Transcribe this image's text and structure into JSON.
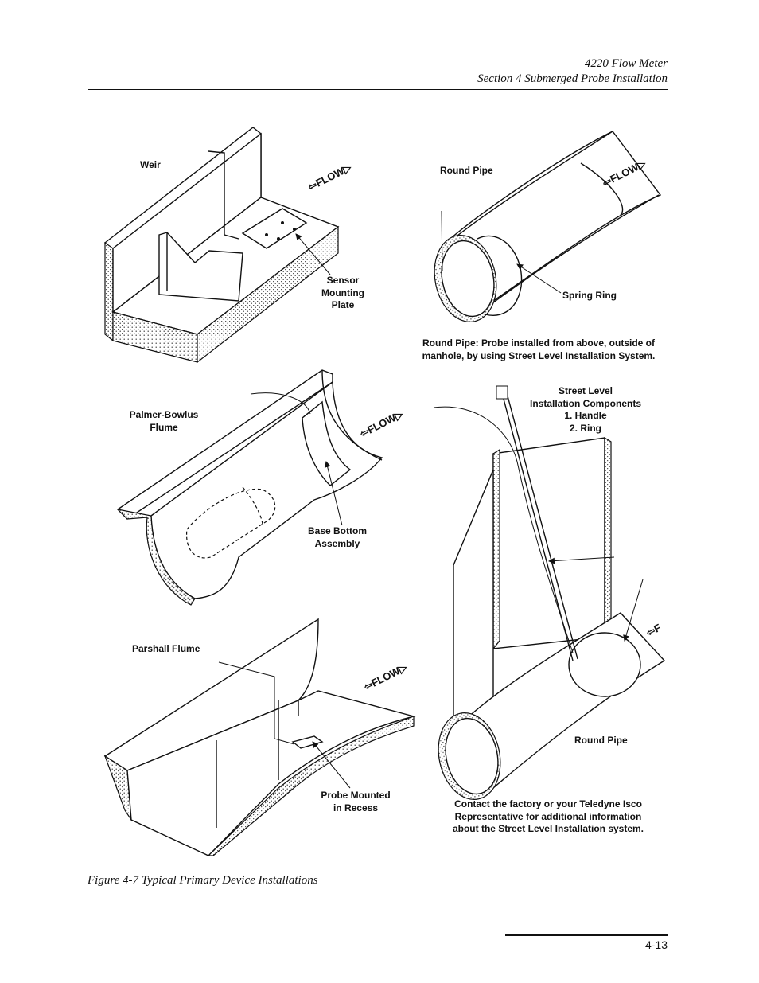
{
  "header": {
    "title": "4220 Flow Meter",
    "section": "Section 4   Submerged Probe Installation"
  },
  "labels": {
    "weir": "Weir",
    "sensor_plate": [
      "Sensor",
      "Mounting",
      "Plate"
    ],
    "round_pipe_top": "Round Pipe",
    "spring_ring": "Spring Ring",
    "round_pipe_note": [
      "Round Pipe: Probe installed from above, outside of",
      "manhole, by using Street Level Installation System."
    ],
    "street_level": [
      "Street Level",
      "Installation Components",
      "1. Handle",
      "2. Ring"
    ],
    "palmer_bowlus": [
      "Palmer-Bowlus",
      "Flume"
    ],
    "base_bottom": [
      "Base Bottom",
      "Assembly"
    ],
    "parshall": "Parshall Flume",
    "probe_recess": [
      "Probe Mounted",
      "in Recess"
    ],
    "round_pipe_bottom": "Round Pipe",
    "contact_note": [
      "Contact the factory or your Teledyne Isco",
      "Representative for additional information",
      "about the Street Level Installation system."
    ],
    "flow": "FLOW"
  },
  "caption": "Figure 4-7  Typical Primary Device Installations",
  "page_number": "4-13"
}
